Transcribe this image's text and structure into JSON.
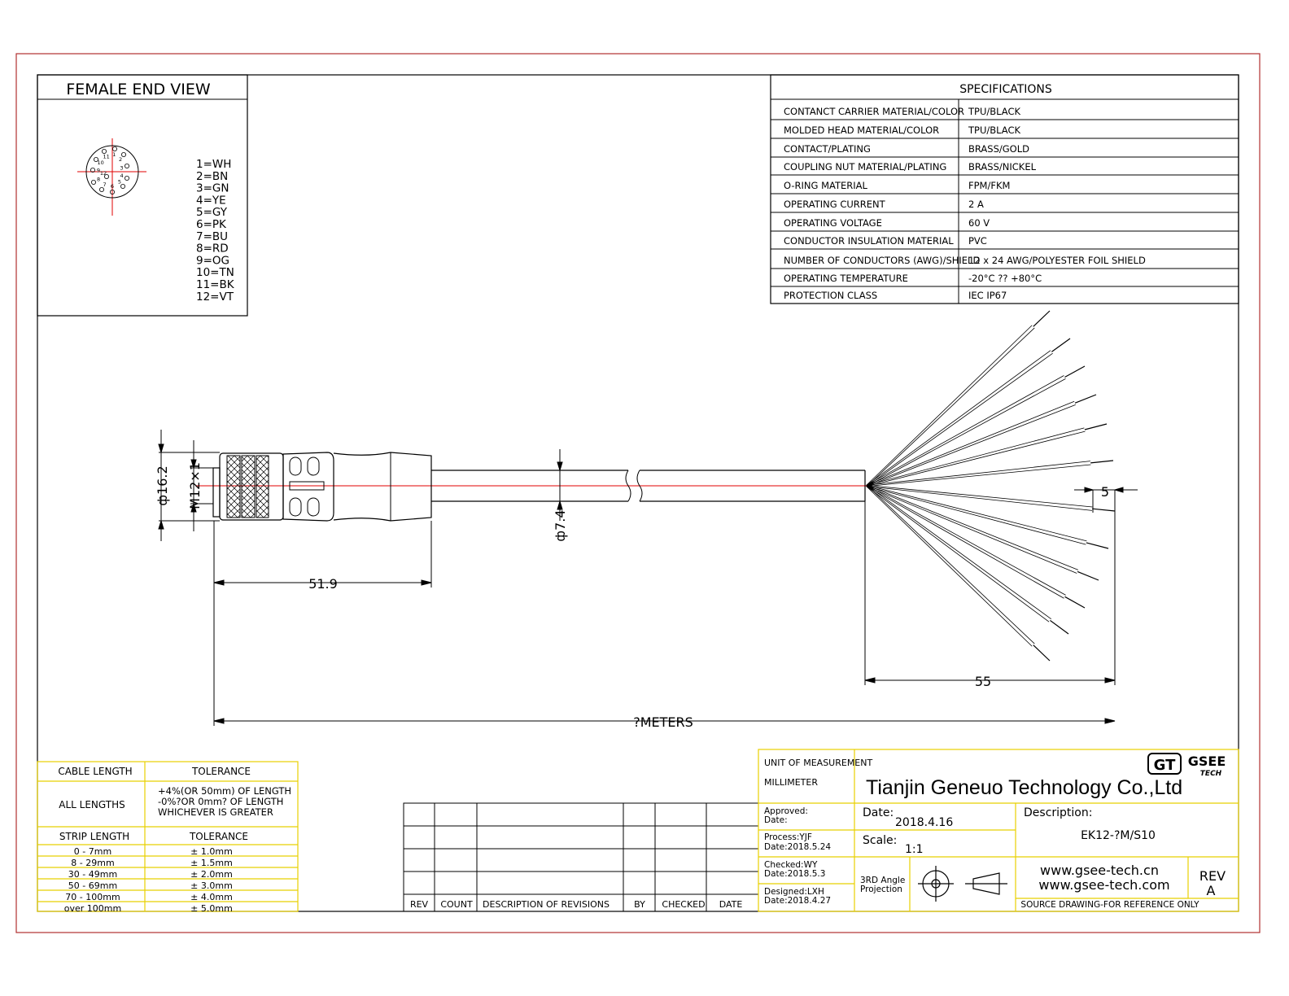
{
  "colors": {
    "frame": "#b03030",
    "center_line": "#e00000",
    "tolerance_box": "#e8d000",
    "title_block": "#e8d000",
    "ink": "#000000"
  },
  "end_view": {
    "title": "FEMALE END VIEW",
    "pin_numbers": [
      "1",
      "2",
      "3",
      "4",
      "5",
      "6",
      "7",
      "8",
      "9",
      "10",
      "11",
      "12"
    ],
    "wire_colors": [
      "1=WH",
      "2=BN",
      "3=GN",
      "4=YE",
      "5=GY",
      "6=PK",
      "7=BU",
      "8=RD",
      "9=OG",
      "10=TN",
      "11=BK",
      "12=VT"
    ]
  },
  "specifications": {
    "title": "SPECIFICATIONS",
    "rows": [
      {
        "label": "CONTANCT CARRIER MATERIAL/COLOR",
        "value": "TPU/BLACK"
      },
      {
        "label": "MOLDED HEAD MATERIAL/COLOR",
        "value": "TPU/BLACK"
      },
      {
        "label": "CONTACT/PLATING",
        "value": "BRASS/GOLD"
      },
      {
        "label": "COUPLING NUT MATERIAL/PLATING",
        "value": "BRASS/NICKEL"
      },
      {
        "label": "O-RING MATERIAL",
        "value": "FPM/FKM"
      },
      {
        "label": "OPERATING CURRENT",
        "value": "2 A"
      },
      {
        "label": "OPERATING VOLTAGE",
        "value": "60 V"
      },
      {
        "label": "CONDUCTOR INSULATION MATERIAL",
        "value": "PVC"
      },
      {
        "label": "NUMBER OF CONDUCTORS (AWG)/SHIELD",
        "value": "12 x 24 AWG/POLYESTER FOIL SHIELD"
      },
      {
        "label": "OPERATING TEMPERATURE",
        "value": "-20°C ?? +80°C"
      },
      {
        "label": "PROTECTION CLASS",
        "value": "IEC  IP67"
      }
    ]
  },
  "dimensions": {
    "head_diameter": "ф16.2",
    "thread": "M12×1",
    "head_length": "51.9",
    "cable_diameter": "ф7.4",
    "strip": "5",
    "fan_length": "55",
    "total_length": "?METERS"
  },
  "tolerance_table": {
    "cable_length_header": "CABLE LENGTH",
    "tolerance_header": "TOLERANCE",
    "all_lengths": "ALL LENGTHS",
    "all_lengths_tolerance": [
      "+4%(OR 50mm) OF LENGTH",
      "-0%?OR 0mm? OF LENGTH",
      "WHICHEVER  IS  GREATER"
    ],
    "strip_length_header": "STRIP LENGTH",
    "strip_tolerance_header": "TOLERANCE",
    "strip_rows": [
      {
        "range": "0 - 7mm",
        "tol": "± 1.0mm"
      },
      {
        "range": "8 - 29mm",
        "tol": "± 1.5mm"
      },
      {
        "range": "30 - 49mm",
        "tol": "± 2.0mm"
      },
      {
        "range": "50 - 69mm",
        "tol": "± 3.0mm"
      },
      {
        "range": "70 - 100mm",
        "tol": "± 4.0mm"
      },
      {
        "range": "over 100mm",
        "tol": "± 5.0mm"
      }
    ]
  },
  "revision_table": {
    "headers": [
      "REV",
      "COUNT",
      "DESCRIPTION  OF  REVISIONS",
      "BY",
      "CHECKED",
      "DATE"
    ]
  },
  "title_block": {
    "unit_label": "UNIT OF MEASUREMENT",
    "unit_value": "MILLIMETER",
    "company": "Tianjin Geneuo Technology Co.,Ltd",
    "logo_letters": "GT",
    "logo_word_top": "GSEE",
    "logo_word_bottom": "TECH",
    "approved": "Approved:",
    "approved_date": "Date:",
    "process": "Process:YJF",
    "process_date": "Date:2018.5.24",
    "checked": "Checked:WY",
    "checked_date": "Date:2018.5.3",
    "designed": "Designed:LXH",
    "designed_date": "Date:2018.4.27",
    "date_label": "Date:",
    "date_value": "2018.4.16",
    "scale_label": "Scale:",
    "scale_value": "1:1",
    "projection_line1": "3RD Angle",
    "projection_line2": "Projection",
    "description_label": "Description:",
    "description_value": "EK12-?M/S10",
    "website1": "www.gsee-tech.cn",
    "website2": "www.gsee-tech.com",
    "source_note": "SOURCE DRAWING-FOR REFERENCE ONLY",
    "rev_label": "REV",
    "rev_value": "A"
  }
}
